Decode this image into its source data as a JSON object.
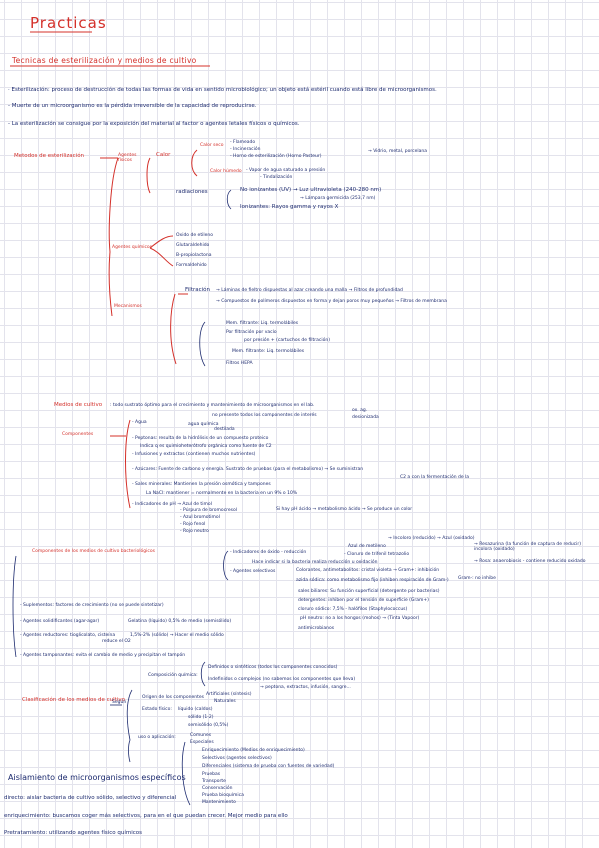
{
  "title": "Practicas",
  "section1": {
    "heading": "Tecnicas de esterilización y medios de cultivo",
    "bullets": [
      "· Esterilización: proceso de destrucción de todas las formas de vida en sentido microbiológico; un objeto está estéril cuando está libre de microorganismos.",
      "- Muerte de un microorganismo es la pérdida irreversible de la capacidad de reproducirse.",
      "- La esterilización se consigue por la exposición del material al factor o agentes letales físicos o químicos."
    ]
  },
  "methods": {
    "label": "Metodos de esterilización",
    "agentes_fisicos": "Agentes físicos",
    "calor": "Calor",
    "calor_seco": "Calor seco",
    "calor_seco_items": [
      "- Flameado",
      "- Incineración",
      "- Horno de esterilización (Horno Pasteur)"
    ],
    "calor_seco_result": "→ Vidrio, metal, porcelana",
    "calor_humedo": "Calor húmedo",
    "calor_humedo_items": [
      "- Vapor de agua saturado a presión",
      "- Tindalización"
    ],
    "radiaciones": "radiaciones",
    "no_ionizantes": "No ionizantes (UV) → Luz ultravioleta (240-280 nm)",
    "lampara": "→ Lámpara germicida (253,7 nm)",
    "ionizantes": "Ionizantes: Rayos gamma y rayos X",
    "agentes_quimicos": "Agentes químicos",
    "quimicos_items": [
      "Oxido de etileno",
      "Glutaraldehido",
      "B-propiolactona",
      "Formaldehido"
    ],
    "mecanismos": "Mecanismos",
    "filtracion": "Filtración",
    "filtracion_1": "→ Láminas de fieltro dispuestas al azar creando una malla → Filtros de profundidad",
    "filtracion_2": "→ Compuestos de polímeros dispuestos en forma y dejan poros muy pequeños → Filtros de membrana",
    "mecanismos_items": [
      "Mem. filtrante: Liq. termolábiles",
      "Por filtración por vacío",
      "por presión + (cartuchos de filtración)",
      "Mem. filtrante: Liq. termolábiles",
      "Filtros HEPA"
    ]
  },
  "medios": {
    "heading": "Medios de cultivo",
    "definition": ": todo sustrato óptimo para el crecimiento y mantenimiento de microorganismos en el lab.",
    "componentes_label": "Componentes",
    "agua": "- Agua",
    "agua_note_1": "no presente todos los componentes de interés",
    "agua_note_2": "agua química",
    "agua_note_3": "destilada",
    "agua_note_4": "ox. ag.",
    "agua_note_5": "desionizada",
    "peptonas": "- Peptonas: resulta de la hidrólisis de un compuesto proteico",
    "peptonas_2": "Indica q es quimioheterótrofo orgánica como fuente de C2",
    "infusiones": "- Infusiones y extractos (contienen muchos nutrientes)",
    "azucares": "- Azúcares: Fuente de carbono y energía. Sustrato de pruebas (para el metabolismo) → Se suministran",
    "azucares_2": "C2 a con la fermentación de la",
    "sales": "- Sales minerales: Mantienen la presión osmótica y tampones",
    "nacl": "La NaCl: mantiener = normalmente en la bacteria en un 9% o 10%",
    "indicador_ph": "- Indicadores de pH → Azul de timol",
    "ph_items": [
      "- Púrpura de bromocresol",
      "- Azul bromotimol",
      "- Rojo fenol",
      "- Rojo neutro"
    ],
    "ph_note": "Si hay pH ácido → metabolismo ácido → Se produce un color"
  },
  "componentes_selectivos": {
    "heading": "Componentes de los medios de cultivo bacteriológicos",
    "indicador_oxido": "- Indicadores de óxido - reducción",
    "azul_metileno": "Azul de metileno",
    "azul_note": "→ Incoloro (reducido) → Azul (oxidado)",
    "resazurina": "→ Resazurina (la función de captura de reducir) incolora (oxidado)",
    "resazurina_2": "→ Rosa: anaerobiosis - contiene reducido oxidado",
    "cloruro": "- Cloruro de trifenil tetrazolio",
    "bacterias_note": "Hace indicar si la bacteria realiza reducción u oxidación",
    "agentes_selectivos": "- Agentes selectivos",
    "colorantes": "Colorantes, antimetabolitos: cristal violeta → Gram+: inhibición",
    "gram_minus": "Gram-: no inhibe",
    "azida": "azida sódica: como metabolismo fijo (inhiben respiración de Gram-)",
    "sales_biliares": "sales biliares: Su función superficial (detergente por bacterias)",
    "detergentes": "detergentes: inhiben por el tensión de superficie (Gram+)",
    "cloruro_sodio": "cloruro sódico: 7,5% - halófilos (Staphylococcus)",
    "ph_acido": "pH neutro: no a los hongos (mohos) → (Tinta Vapoor)",
    "antimicrobianos": "antimicrobianos",
    "suplementos": "- Suplementos: factores de crecimiento (no se puede sintetizar)",
    "solidificantes": "- Agentes solidificantes (agar-agar)",
    "solidificantes_2": "Gelatina (líquido) 0,5% de medio (semisólido)",
    "solidificantes_3": "1,5%-2% (sólido) → Hacer el medio sólido",
    "reductores": "- Agentes reductores: tioglicolato, cisteína",
    "reductores_2": "reduce el O2",
    "tampones": "- Agentes tamponantes: evita el cambio de medio y precipitan el tampón"
  },
  "clasificacion": {
    "heading": "Clasificación de los medios de cultivo",
    "segun": "Según",
    "composicion_quimica": "Composición química:",
    "definidos": "Definidos o sintéticos (todos los componentes conocidos)",
    "indefinidos": "Indefinidos o complejos (no sabemos los componentes que lleva)",
    "indefinidos_2": "→ peptona, extractos, infusión, sangre...",
    "origen": "Origen de los componentes",
    "artificiales": "Artificiales (síntesis)",
    "naturales": "Naturales",
    "estado_fisico": "Estado físico:",
    "liquido": "líquido (caldos)",
    "solido": "sólido (1-2)",
    "semisolido": "semisólido (0,5%)",
    "uso": "uso o aplicación:",
    "uso_items": [
      "Comunes",
      "Especiales",
      "Enriquecimiento (Medios de enriquecimiento)",
      "Selectivos (agentes selectivos)",
      "Diferenciales (sistema de prueba con fuentes de variedad)",
      "Pruebas",
      "Transporte",
      "Conservación",
      "Prueba bioquímica",
      "Mantenimiento"
    ]
  },
  "aislamiento": {
    "heading": "Aislamiento de microorganismos específicos",
    "directo": "directo: aislar bacteria de cultivo sólido, selectivo y diferencial",
    "enriquecimiento": "enriquecimiento: buscamos coger más selectivos, para en el que puedan crecer. Mejor medio para ello",
    "pretratamiento": "Pretratamiento: utilizando agentes físico químicos"
  }
}
